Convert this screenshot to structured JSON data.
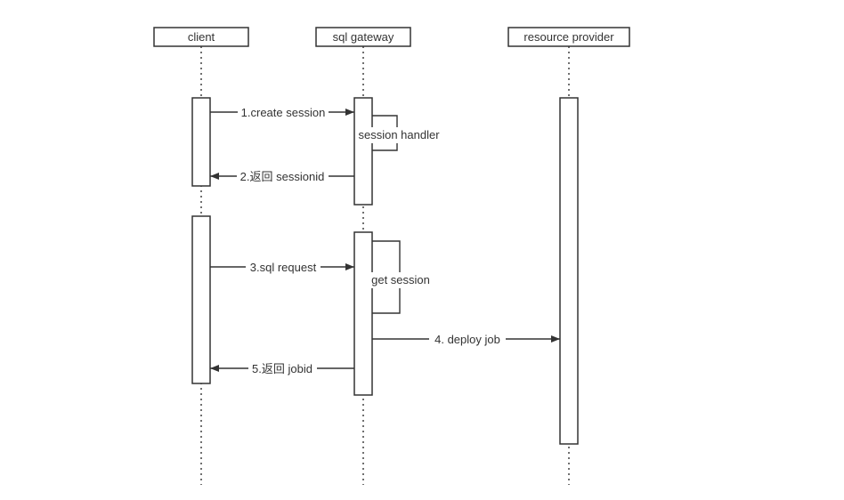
{
  "participants": {
    "client": "client",
    "gateway": "sql gateway",
    "provider": "resource provider"
  },
  "messages": {
    "m1": "1.create session",
    "m2": "2.返回 sessionid",
    "m3": "3.sql request",
    "m4": "4. deploy job",
    "m5": "5.返回 jobid"
  },
  "self_calls": {
    "s1": "session handler",
    "s2": "get session"
  },
  "colors": {
    "stroke": "#333333",
    "background": "#ffffff"
  }
}
